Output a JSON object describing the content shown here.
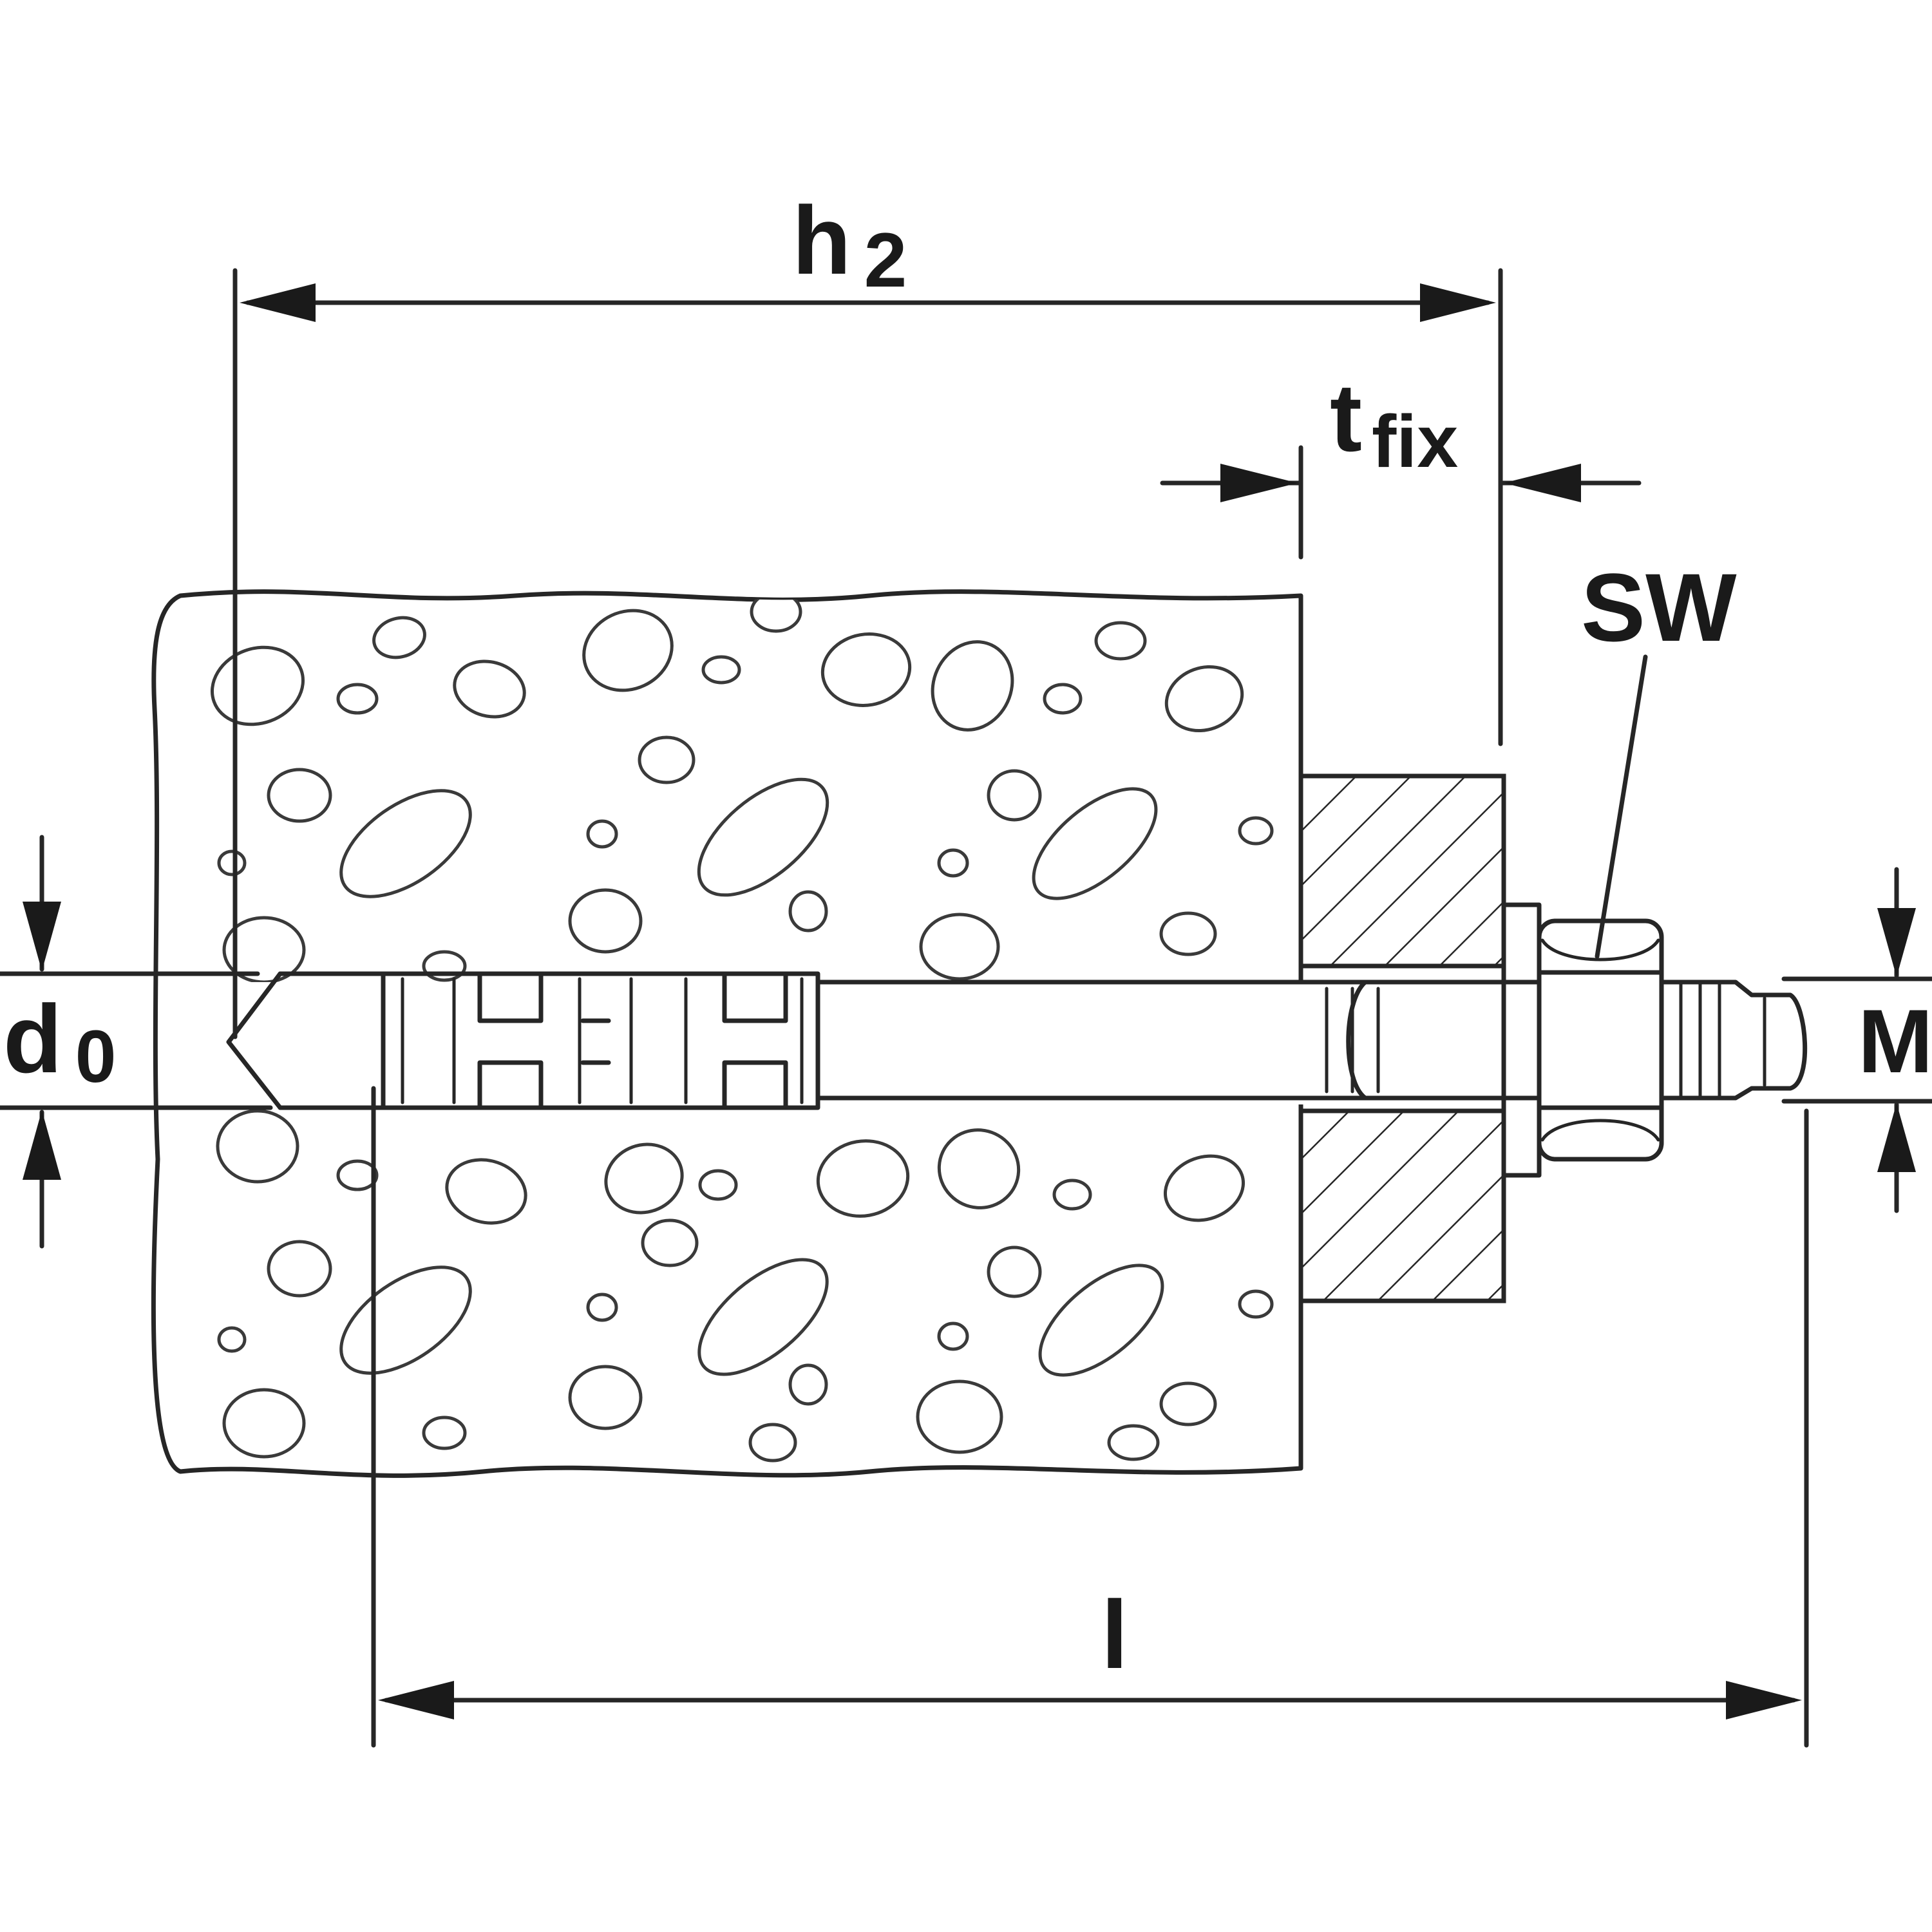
{
  "labels": {
    "h2_main": "h",
    "h2_sub": "2",
    "tfix_main": "t",
    "tfix_sub": "fix",
    "sw": "SW",
    "d0_main": "d",
    "d0_sub": "0",
    "m": "M",
    "l": "l"
  }
}
